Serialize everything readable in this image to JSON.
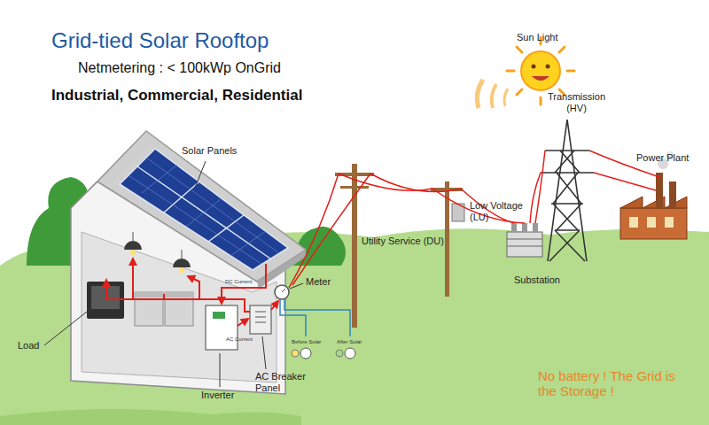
{
  "diagram": {
    "title": "Grid-tied Solar Rooftop",
    "labels": [
      "Netmetering : < 100kWp OnGrid",
      "Industrial, Commercial, Residential",
      "Sun Light",
      "Transmission (HV)",
      "Power Plant",
      "Low Voltage (LU)",
      "Utility Service (DU)",
      "Substation",
      "Solar Panels",
      "DC Current",
      "AC Current",
      "Meter",
      "Before Solar",
      "After Solar",
      "Load",
      "Inverter",
      "AC Breaker Panel",
      "No battery ! The Grid is the Storage !"
    ]
  }
}
